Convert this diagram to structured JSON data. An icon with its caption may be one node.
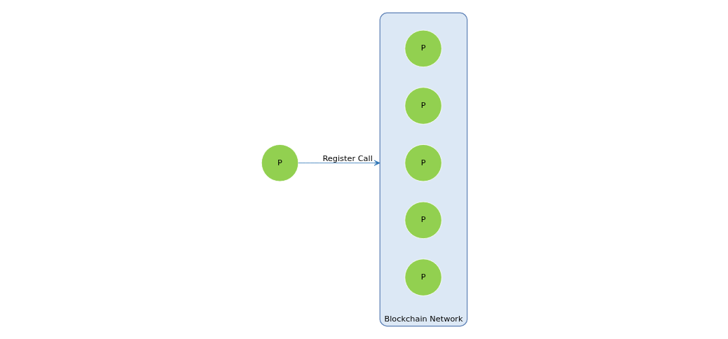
{
  "diagram": {
    "nodes": [
      {
        "text": [
          "P"
        ]
      },
      {
        "text": [
          "Blockchain Network"
        ]
      },
      {
        "text": [
          "P"
        ],
        "in": 1
      },
      {
        "text": [
          "P"
        ],
        "in": 1
      },
      {
        "text": [
          "P"
        ],
        "in": 1
      },
      {
        "text": [
          "P"
        ],
        "in": 1
      },
      {
        "text": [
          "P"
        ],
        "in": 1
      }
    ],
    "edges": [
      {
        "from": 0,
        "to": 1,
        "arrow": "to",
        "label": "Register Call",
        "color": "#2e75b6"
      }
    ]
  }
}
